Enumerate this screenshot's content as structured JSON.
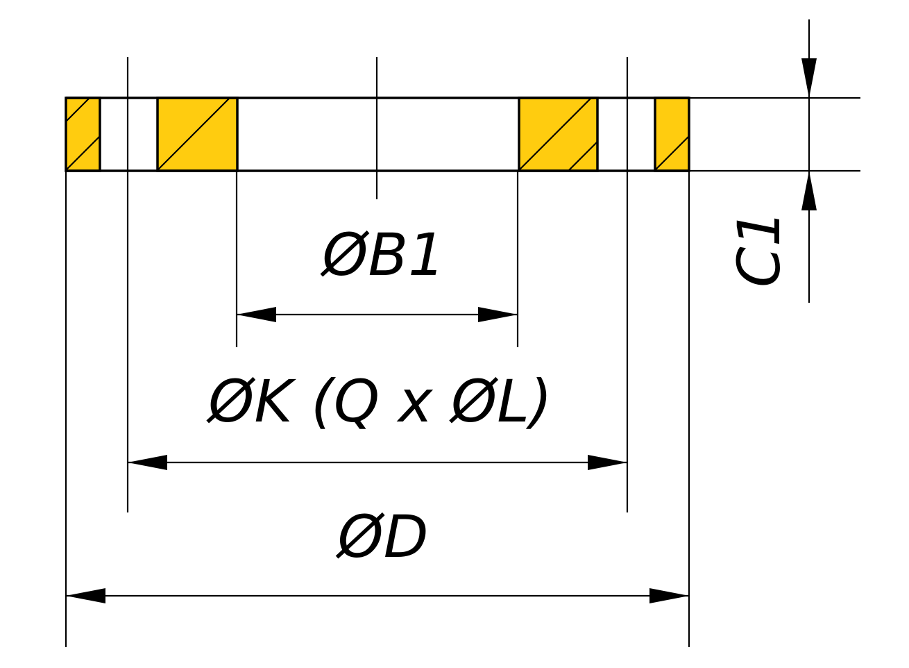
{
  "colors": {
    "section_fill": "#FFCC0F",
    "line": "#000000",
    "background": "#FFFFFF"
  },
  "dimensions": {
    "inner_diameter": "ØB1",
    "bolt_circle": "ØK (Q x ØL)",
    "outer_diameter": "ØD",
    "thickness": "C1"
  }
}
